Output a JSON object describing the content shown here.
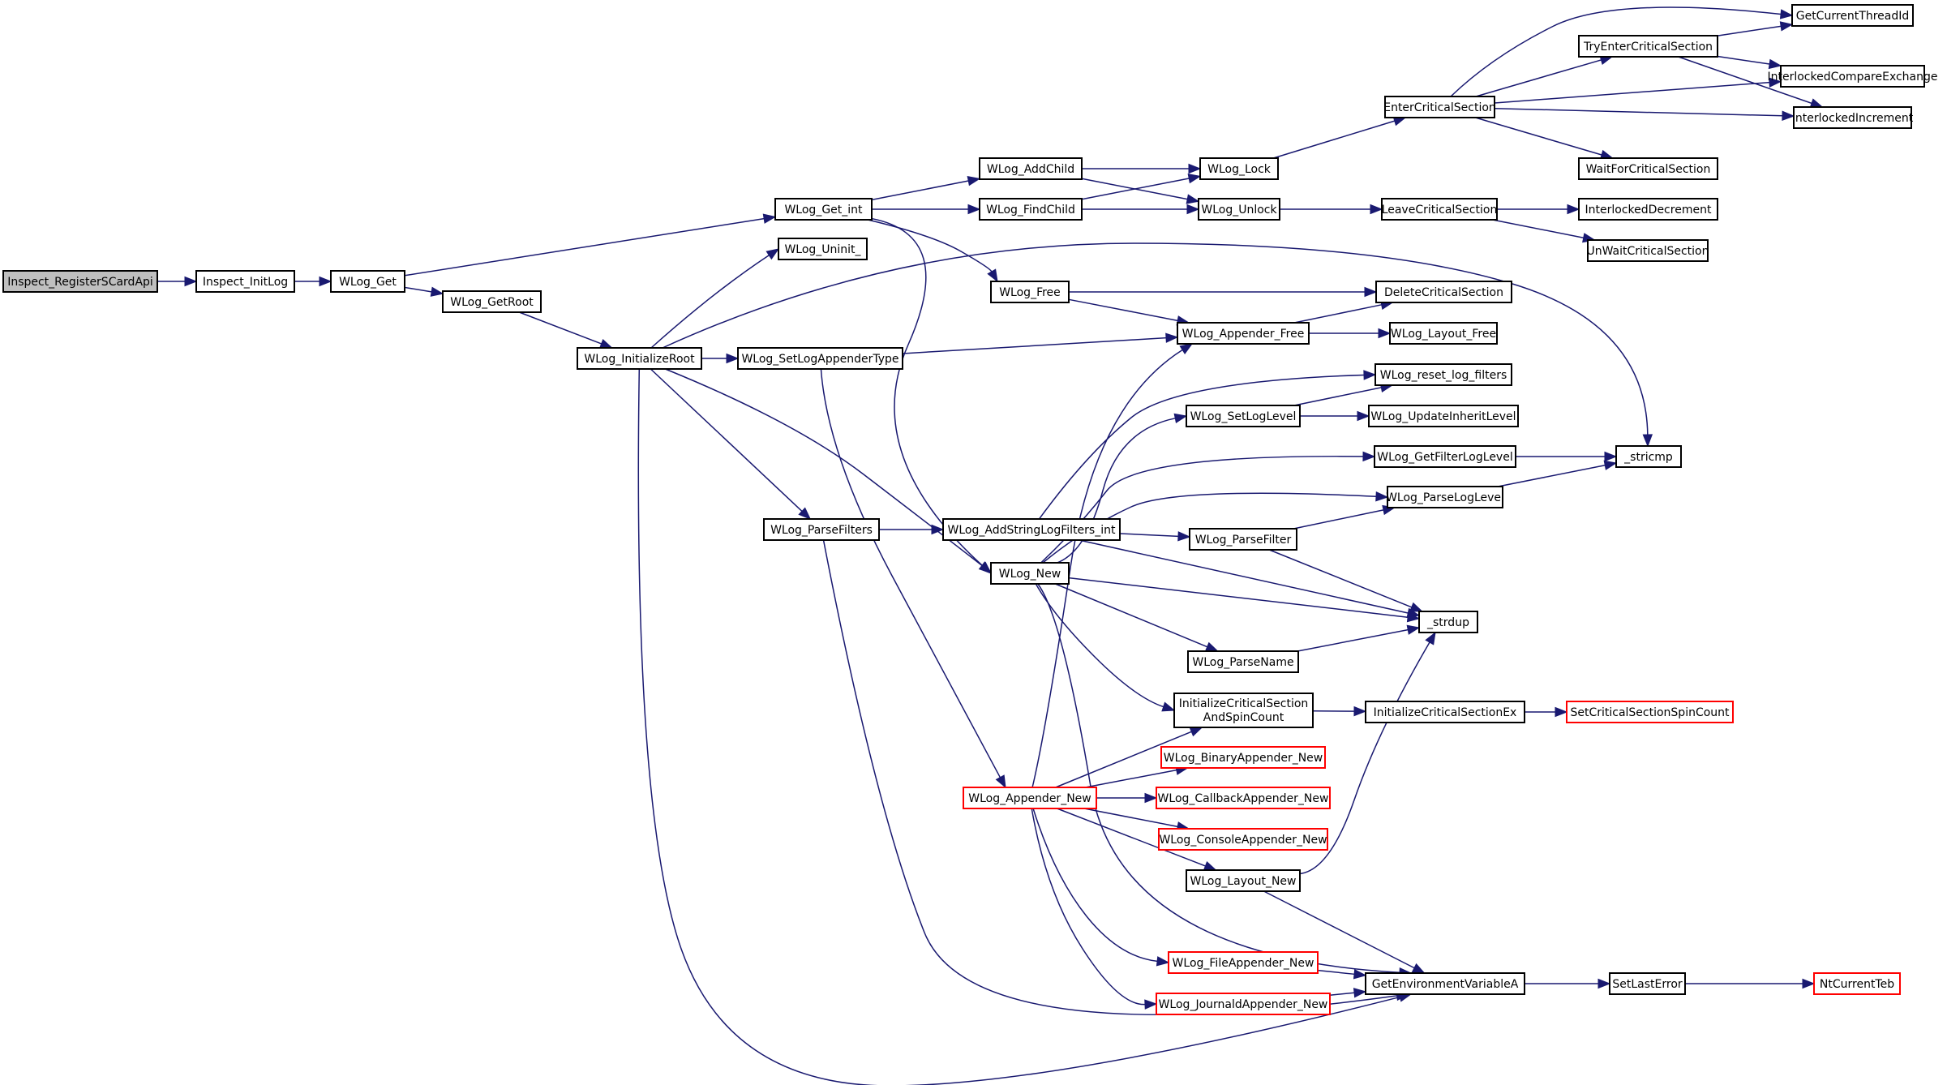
{
  "graph": {
    "colors": {
      "edge": "#191970",
      "node_border": "#000000",
      "external_border": "#ff0000",
      "root_fill": "#bfbfbf",
      "node_fill": "#ffffff"
    },
    "nodes": [
      {
        "id": "n1",
        "label": "Inspect_RegisterSCardApi",
        "kind": "root"
      },
      {
        "id": "n2",
        "label": "Inspect_InitLog",
        "kind": "normal"
      },
      {
        "id": "n3",
        "label": "WLog_Get",
        "kind": "normal"
      },
      {
        "id": "n4",
        "label": "WLog_Get_int",
        "kind": "normal"
      },
      {
        "id": "n5",
        "label": "WLog_GetRoot",
        "kind": "normal"
      },
      {
        "id": "n6",
        "label": "WLog_InitializeRoot",
        "kind": "normal"
      },
      {
        "id": "n7",
        "label": "WLog_Uninit_",
        "kind": "normal"
      },
      {
        "id": "n8",
        "label": "WLog_SetLogAppenderType",
        "kind": "normal"
      },
      {
        "id": "n9",
        "label": "WLog_ParseFilters",
        "kind": "normal"
      },
      {
        "id": "n10",
        "label": "WLog_AddChild",
        "kind": "normal"
      },
      {
        "id": "n11",
        "label": "WLog_FindChild",
        "kind": "normal"
      },
      {
        "id": "n12",
        "label": "WLog_Free",
        "kind": "normal"
      },
      {
        "id": "n13",
        "label": "WLog_AddStringLogFilters_int",
        "kind": "normal"
      },
      {
        "id": "n14",
        "label": "WLog_New",
        "kind": "normal"
      },
      {
        "id": "n15",
        "label": "WLog_Appender_New",
        "kind": "external"
      },
      {
        "id": "n16",
        "label": "WLog_Lock",
        "kind": "normal"
      },
      {
        "id": "n17",
        "label": "WLog_Unlock",
        "kind": "normal"
      },
      {
        "id": "n18",
        "label": "WLog_Appender_Free",
        "kind": "normal"
      },
      {
        "id": "n19",
        "label": "WLog_SetLogLevel",
        "kind": "normal"
      },
      {
        "id": "n20",
        "label": "WLog_ParseFilter",
        "kind": "normal"
      },
      {
        "id": "n21",
        "label": "WLog_ParseName",
        "kind": "normal"
      },
      {
        "id": "n22",
        "label": "InitializeCriticalSection",
        "label2": "AndSpinCount",
        "kind": "normal"
      },
      {
        "id": "n23",
        "label": "WLog_BinaryAppender_New",
        "kind": "external"
      },
      {
        "id": "n24",
        "label": "WLog_CallbackAppender_New",
        "kind": "external"
      },
      {
        "id": "n25",
        "label": "WLog_ConsoleAppender_New",
        "kind": "external"
      },
      {
        "id": "n26",
        "label": "WLog_Layout_New",
        "kind": "normal"
      },
      {
        "id": "n27",
        "label": "WLog_FileAppender_New",
        "kind": "external"
      },
      {
        "id": "n28",
        "label": "WLog_JournaldAppender_New",
        "kind": "external"
      },
      {
        "id": "n29",
        "label": "EnterCriticalSection",
        "kind": "normal"
      },
      {
        "id": "n30",
        "label": "LeaveCriticalSection",
        "kind": "normal"
      },
      {
        "id": "n31",
        "label": "DeleteCriticalSection",
        "kind": "normal"
      },
      {
        "id": "n32",
        "label": "WLog_Layout_Free",
        "kind": "normal"
      },
      {
        "id": "n33",
        "label": "WLog_reset_log_filters",
        "kind": "normal"
      },
      {
        "id": "n34",
        "label": "WLog_UpdateInheritLevel",
        "kind": "normal"
      },
      {
        "id": "n35",
        "label": "WLog_GetFilterLogLevel",
        "kind": "normal"
      },
      {
        "id": "n36",
        "label": "WLog_ParseLogLevel",
        "kind": "normal"
      },
      {
        "id": "n37",
        "label": "_strdup",
        "kind": "normal"
      },
      {
        "id": "n38",
        "label": "InitializeCriticalSectionEx",
        "kind": "normal"
      },
      {
        "id": "n39",
        "label": "GetEnvironmentVariableA",
        "kind": "normal"
      },
      {
        "id": "n40",
        "label": "TryEnterCriticalSection",
        "kind": "normal"
      },
      {
        "id": "n41",
        "label": "WaitForCriticalSection",
        "kind": "normal"
      },
      {
        "id": "n42",
        "label": "InterlockedDecrement",
        "kind": "normal"
      },
      {
        "id": "n43",
        "label": "UnWaitCriticalSection",
        "kind": "normal"
      },
      {
        "id": "n44",
        "label": "_stricmp",
        "kind": "normal"
      },
      {
        "id": "n45",
        "label": "SetCriticalSectionSpinCount",
        "kind": "external"
      },
      {
        "id": "n46",
        "label": "SetLastError",
        "kind": "normal"
      },
      {
        "id": "n47",
        "label": "GetCurrentThreadId",
        "kind": "normal"
      },
      {
        "id": "n48",
        "label": "InterlockedCompareExchange",
        "kind": "normal"
      },
      {
        "id": "n49",
        "label": "InterlockedIncrement",
        "kind": "normal"
      },
      {
        "id": "n50",
        "label": "NtCurrentTeb",
        "kind": "external"
      }
    ],
    "edges": [
      [
        "n1",
        "n2"
      ],
      [
        "n2",
        "n3"
      ],
      [
        "n3",
        "n4"
      ],
      [
        "n3",
        "n5"
      ],
      [
        "n5",
        "n6"
      ],
      [
        "n4",
        "n10"
      ],
      [
        "n4",
        "n11"
      ],
      [
        "n4",
        "n12"
      ],
      [
        "n4",
        "n14"
      ],
      [
        "n6",
        "n7"
      ],
      [
        "n6",
        "n8"
      ],
      [
        "n6",
        "n9"
      ],
      [
        "n6",
        "n44"
      ],
      [
        "n6",
        "n14"
      ],
      [
        "n6",
        "n39"
      ],
      [
        "n8",
        "n18"
      ],
      [
        "n8",
        "n15"
      ],
      [
        "n9",
        "n13"
      ],
      [
        "n9",
        "n39"
      ],
      [
        "n10",
        "n16"
      ],
      [
        "n10",
        "n17"
      ],
      [
        "n11",
        "n16"
      ],
      [
        "n11",
        "n17"
      ],
      [
        "n12",
        "n31"
      ],
      [
        "n12",
        "n18"
      ],
      [
        "n13",
        "n33"
      ],
      [
        "n13",
        "n20"
      ],
      [
        "n13",
        "n37"
      ],
      [
        "n14",
        "n19"
      ],
      [
        "n14",
        "n35"
      ],
      [
        "n14",
        "n36"
      ],
      [
        "n14",
        "n37"
      ],
      [
        "n14",
        "n21"
      ],
      [
        "n14",
        "n22"
      ],
      [
        "n14",
        "n39"
      ],
      [
        "n15",
        "n18"
      ],
      [
        "n15",
        "n22"
      ],
      [
        "n15",
        "n23"
      ],
      [
        "n15",
        "n24"
      ],
      [
        "n15",
        "n25"
      ],
      [
        "n15",
        "n26"
      ],
      [
        "n15",
        "n27"
      ],
      [
        "n15",
        "n28"
      ],
      [
        "n16",
        "n29"
      ],
      [
        "n17",
        "n30"
      ],
      [
        "n18",
        "n31"
      ],
      [
        "n18",
        "n32"
      ],
      [
        "n19",
        "n33"
      ],
      [
        "n19",
        "n34"
      ],
      [
        "n20",
        "n36"
      ],
      [
        "n20",
        "n37"
      ],
      [
        "n21",
        "n37"
      ],
      [
        "n22",
        "n38"
      ],
      [
        "n26",
        "n37"
      ],
      [
        "n26",
        "n39"
      ],
      [
        "n27",
        "n39"
      ],
      [
        "n28",
        "n39"
      ],
      [
        "n29",
        "n47"
      ],
      [
        "n29",
        "n40"
      ],
      [
        "n29",
        "n48"
      ],
      [
        "n29",
        "n49"
      ],
      [
        "n29",
        "n41"
      ],
      [
        "n30",
        "n42"
      ],
      [
        "n30",
        "n43"
      ],
      [
        "n35",
        "n44"
      ],
      [
        "n36",
        "n44"
      ],
      [
        "n38",
        "n45"
      ],
      [
        "n39",
        "n46"
      ],
      [
        "n40",
        "n47"
      ],
      [
        "n40",
        "n48"
      ],
      [
        "n40",
        "n49"
      ],
      [
        "n46",
        "n50"
      ]
    ]
  }
}
